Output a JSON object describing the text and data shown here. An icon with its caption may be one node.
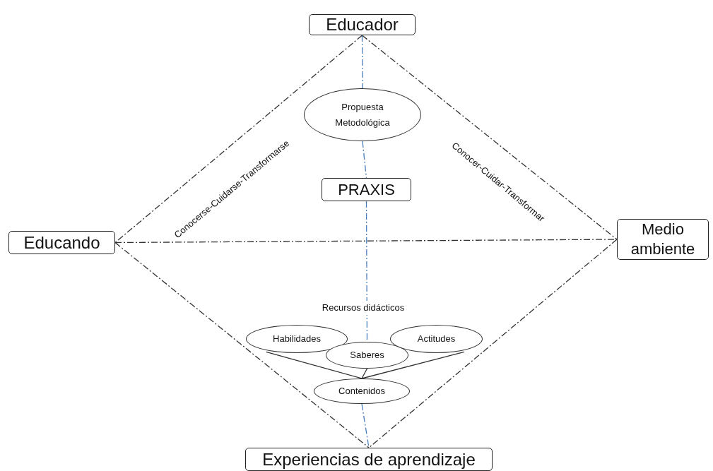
{
  "diagram": {
    "nodes": [
      {
        "text": [
          "Educador"
        ]
      },
      {
        "text": [
          "Educando"
        ]
      },
      {
        "text": [
          "Medio ambiente"
        ]
      },
      {
        "text": [
          "Experiencias de aprendizaje"
        ]
      },
      {
        "text": [
          "Propuesta Metodológica"
        ]
      },
      {
        "text": [
          "PRAXIS"
        ]
      },
      {
        "text": [
          "Habilidades"
        ]
      },
      {
        "text": [
          "Saberes"
        ]
      },
      {
        "text": [
          "Actitudes"
        ]
      },
      {
        "text": [
          "Contenidos"
        ]
      }
    ],
    "edges": [
      {
        "from": 0,
        "to": 1,
        "arrow": "none",
        "style": "dashed"
      },
      {
        "from": 0,
        "to": 2,
        "arrow": "none",
        "style": "dashed"
      },
      {
        "from": 1,
        "to": 2,
        "arrow": "none",
        "style": "dashed"
      },
      {
        "from": 1,
        "to": 3,
        "arrow": "none",
        "style": "dashed"
      },
      {
        "from": 2,
        "to": 3,
        "arrow": "none",
        "style": "dashed"
      },
      {
        "from": 0,
        "to": 4,
        "arrow": "none",
        "style": "dashed",
        "color": "#4a7ebb"
      },
      {
        "from": 4,
        "to": 5,
        "arrow": "none",
        "style": "dashed",
        "color": "#4a7ebb"
      },
      {
        "from": 5,
        "to": 7,
        "arrow": "none",
        "style": "dashed",
        "color": "#4a7ebb"
      },
      {
        "from": 9,
        "to": 3,
        "arrow": "none",
        "style": "dashed",
        "color": "#4a7ebb"
      },
      {
        "from": 6,
        "to": 9,
        "arrow": "none"
      },
      {
        "from": 7,
        "to": 9,
        "arrow": "none"
      },
      {
        "from": 8,
        "to": 9,
        "arrow": "none"
      }
    ],
    "labels": [
      "Conocerse-Cuidarse-Transformarse",
      "Conocer-Cuidar-Transformar",
      "Recursos didácticos"
    ]
  }
}
